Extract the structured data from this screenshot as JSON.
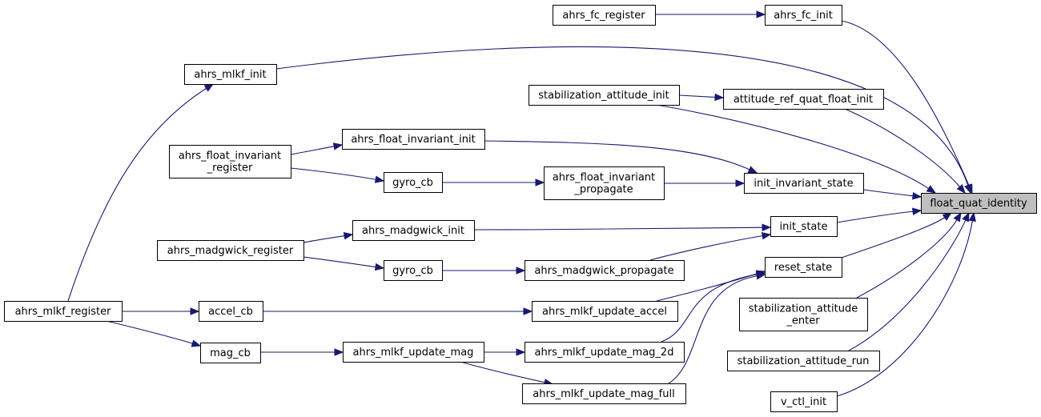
{
  "nodes": [
    {
      "id": "float_quat_identity",
      "lines": [
        "float_quat_identity"
      ],
      "highlight": true
    },
    {
      "id": "ahrs_fc_register",
      "lines": [
        "ahrs_fc_register"
      ]
    },
    {
      "id": "ahrs_fc_init",
      "lines": [
        "ahrs_fc_init"
      ]
    },
    {
      "id": "ahrs_mlkf_init",
      "lines": [
        "ahrs_mlkf_init"
      ]
    },
    {
      "id": "stabilization_attitude_init",
      "lines": [
        "stabilization_attitude_init"
      ]
    },
    {
      "id": "attitude_ref_quat_float_init",
      "lines": [
        "attitude_ref_quat_float_init"
      ]
    },
    {
      "id": "ahrs_float_invariant_init",
      "lines": [
        "ahrs_float_invariant_init"
      ]
    },
    {
      "id": "ahrs_float_invariant_register",
      "lines": [
        "ahrs_float_invariant",
        "_register"
      ]
    },
    {
      "id": "gyro_cb_1",
      "lines": [
        "gyro_cb"
      ]
    },
    {
      "id": "ahrs_float_invariant_propagate",
      "lines": [
        "ahrs_float_invariant",
        "_propagate"
      ]
    },
    {
      "id": "init_invariant_state",
      "lines": [
        "init_invariant_state"
      ]
    },
    {
      "id": "ahrs_madgwick_init",
      "lines": [
        "ahrs_madgwick_init"
      ]
    },
    {
      "id": "init_state",
      "lines": [
        "init_state"
      ]
    },
    {
      "id": "ahrs_madgwick_register",
      "lines": [
        "ahrs_madgwick_register"
      ]
    },
    {
      "id": "gyro_cb_2",
      "lines": [
        "gyro_cb"
      ]
    },
    {
      "id": "ahrs_madgwick_propagate",
      "lines": [
        "ahrs_madgwick_propagate"
      ]
    },
    {
      "id": "reset_state",
      "lines": [
        "reset_state"
      ]
    },
    {
      "id": "ahrs_mlkf_register",
      "lines": [
        "ahrs_mlkf_register"
      ]
    },
    {
      "id": "accel_cb",
      "lines": [
        "accel_cb"
      ]
    },
    {
      "id": "ahrs_mlkf_update_accel",
      "lines": [
        "ahrs_mlkf_update_accel"
      ]
    },
    {
      "id": "stabilization_attitude_enter",
      "lines": [
        "stabilization_attitude",
        "_enter"
      ]
    },
    {
      "id": "mag_cb",
      "lines": [
        "mag_cb"
      ]
    },
    {
      "id": "ahrs_mlkf_update_mag",
      "lines": [
        "ahrs_mlkf_update_mag"
      ]
    },
    {
      "id": "ahrs_mlkf_update_mag_2d",
      "lines": [
        "ahrs_mlkf_update_mag_2d"
      ]
    },
    {
      "id": "stabilization_attitude_run",
      "lines": [
        "stabilization_attitude_run"
      ]
    },
    {
      "id": "ahrs_mlkf_update_mag_full",
      "lines": [
        "ahrs_mlkf_update_mag_full"
      ]
    },
    {
      "id": "v_ctl_init",
      "lines": [
        "v_ctl_init"
      ]
    }
  ],
  "edges": [
    {
      "from": "ahrs_fc_register",
      "to": "ahrs_fc_init"
    },
    {
      "from": "ahrs_fc_init",
      "to": "float_quat_identity"
    },
    {
      "from": "ahrs_mlkf_init",
      "to": "float_quat_identity"
    },
    {
      "from": "stabilization_attitude_init",
      "to": "attitude_ref_quat_float_init"
    },
    {
      "from": "stabilization_attitude_init",
      "to": "float_quat_identity"
    },
    {
      "from": "attitude_ref_quat_float_init",
      "to": "float_quat_identity"
    },
    {
      "from": "ahrs_float_invariant_register",
      "to": "ahrs_float_invariant_init"
    },
    {
      "from": "ahrs_float_invariant_register",
      "to": "gyro_cb_1"
    },
    {
      "from": "gyro_cb_1",
      "to": "ahrs_float_invariant_propagate"
    },
    {
      "from": "ahrs_float_invariant_init",
      "to": "init_invariant_state"
    },
    {
      "from": "ahrs_float_invariant_propagate",
      "to": "init_invariant_state"
    },
    {
      "from": "init_invariant_state",
      "to": "float_quat_identity"
    },
    {
      "from": "ahrs_madgwick_register",
      "to": "ahrs_madgwick_init"
    },
    {
      "from": "ahrs_madgwick_register",
      "to": "gyro_cb_2"
    },
    {
      "from": "gyro_cb_2",
      "to": "ahrs_madgwick_propagate"
    },
    {
      "from": "ahrs_madgwick_init",
      "to": "init_state"
    },
    {
      "from": "ahrs_madgwick_propagate",
      "to": "init_state"
    },
    {
      "from": "init_state",
      "to": "float_quat_identity"
    },
    {
      "from": "reset_state",
      "to": "float_quat_identity"
    },
    {
      "from": "ahrs_mlkf_register",
      "to": "ahrs_mlkf_init"
    },
    {
      "from": "ahrs_mlkf_register",
      "to": "accel_cb"
    },
    {
      "from": "ahrs_mlkf_register",
      "to": "mag_cb"
    },
    {
      "from": "accel_cb",
      "to": "ahrs_mlkf_update_accel"
    },
    {
      "from": "ahrs_mlkf_update_accel",
      "to": "reset_state"
    },
    {
      "from": "mag_cb",
      "to": "ahrs_mlkf_update_mag"
    },
    {
      "from": "ahrs_mlkf_update_mag",
      "to": "ahrs_mlkf_update_mag_2d"
    },
    {
      "from": "ahrs_mlkf_update_mag",
      "to": "ahrs_mlkf_update_mag_full"
    },
    {
      "from": "ahrs_mlkf_update_mag_2d",
      "to": "reset_state"
    },
    {
      "from": "ahrs_mlkf_update_mag_full",
      "to": "reset_state"
    },
    {
      "from": "stabilization_attitude_enter",
      "to": "float_quat_identity"
    },
    {
      "from": "stabilization_attitude_run",
      "to": "float_quat_identity"
    },
    {
      "from": "v_ctl_init",
      "to": "float_quat_identity"
    }
  ]
}
